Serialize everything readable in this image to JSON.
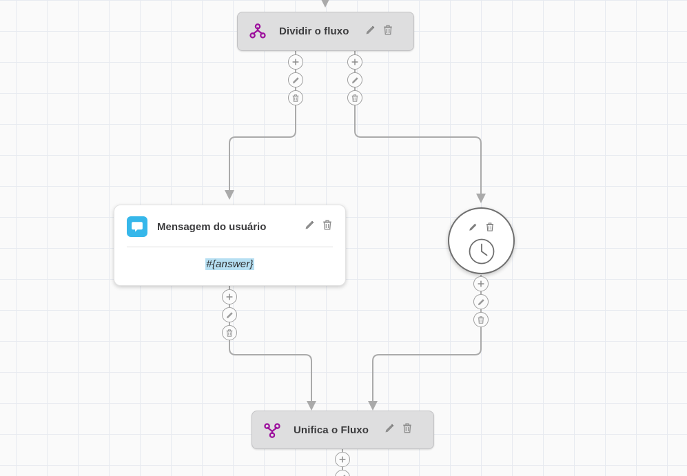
{
  "canvas": {
    "background_color": "#fafafa",
    "grid_color": "#e7eaf0",
    "grid_size": 45,
    "edge_color": "#aaaaaa"
  },
  "nodes": {
    "split": {
      "title": "Dividir o fluxo",
      "icon": "split-branch-icon",
      "icon_color": "#9c0f9c",
      "background": "#dededf",
      "edit_label": "Editar",
      "delete_label": "Excluir"
    },
    "user_message": {
      "title": "Mensagem do usuário",
      "icon": "speech-bubble-icon",
      "icon_background": "#36b7ea",
      "body_text": "#{answer}",
      "body_highlight": "#b6dff2",
      "edit_label": "Editar",
      "delete_label": "Excluir"
    },
    "delay": {
      "icon": "clock-icon",
      "edit_label": "Editar",
      "delete_label": "Excluir"
    },
    "merge": {
      "title": "Unifica o Fluxo",
      "icon": "merge-branch-icon",
      "icon_color": "#9c0f9c",
      "background": "#dededf",
      "edit_label": "Editar",
      "delete_label": "Excluir"
    }
  },
  "edge_buttons": {
    "add_label": "Adicionar",
    "edit_label": "Editar",
    "delete_label": "Excluir"
  }
}
